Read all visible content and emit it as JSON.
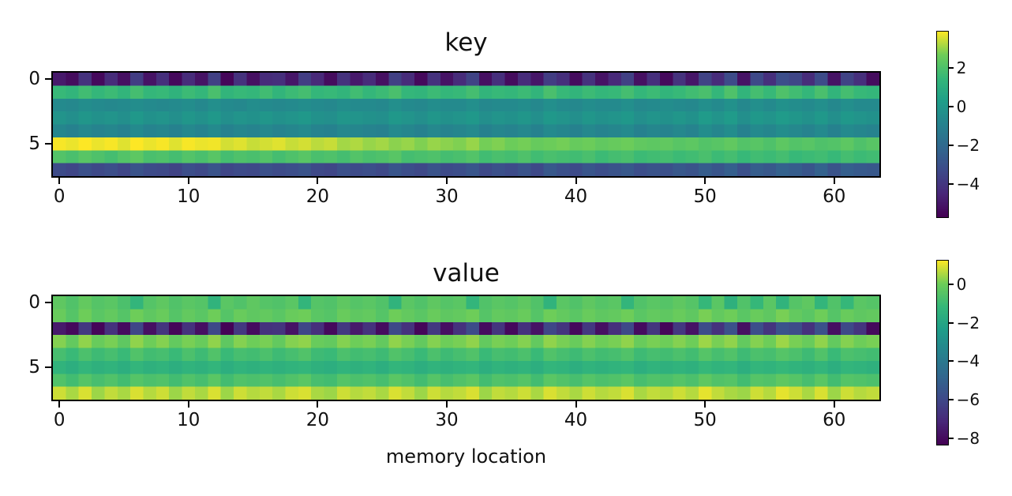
{
  "figure": {
    "background": "#ffffff",
    "colormap_endpoints": {
      "low": "#440154",
      "high": "#fde725"
    }
  },
  "chart_data": [
    {
      "type": "heatmap",
      "title": "key",
      "xlabel": "",
      "ylabel": "",
      "colormap": "viridis",
      "rows": 8,
      "cols": 64,
      "x_ticks": [
        0,
        10,
        20,
        30,
        40,
        50,
        60
      ],
      "y_ticks": [
        0,
        5
      ],
      "vmin": -5.75,
      "vmax": 3.85,
      "colorbar_ticks": [
        2,
        0,
        -2,
        -4
      ],
      "matrix": [
        [
          -5.0,
          -5.4,
          -4.2,
          -5.5,
          -4.4,
          -5.3,
          -3.8,
          -5.2,
          -4.3,
          -5.5,
          -4.4,
          -5.2,
          -3.7,
          -5.6,
          -4.2,
          -5.3,
          -4.4,
          -4.3,
          -5.1,
          -3.8,
          -4.5,
          -5.4,
          -4.2,
          -5.0,
          -4.4,
          -5.3,
          -3.7,
          -4.4,
          -5.5,
          -4.2,
          -5.2,
          -4.4,
          -3.6,
          -5.3,
          -4.3,
          -5.4,
          -4.4,
          -5.1,
          -3.8,
          -4.3,
          -5.4,
          -4.2,
          -5.2,
          -4.5,
          -3.7,
          -5.3,
          -4.3,
          -5.5,
          -4.2,
          -5.1,
          -3.6,
          -4.4,
          -3.3,
          -5.2,
          -3.4,
          -4.3,
          -3.2,
          -3.5,
          -4.4,
          -3.3,
          -5.2,
          -3.6,
          -4.3,
          -5.4
        ],
        [
          1.5,
          1.3,
          1.7,
          1.4,
          1.6,
          1.3,
          1.8,
          1.4,
          1.5,
          1.2,
          1.6,
          1.4,
          1.9,
          1.3,
          1.5,
          1.4,
          1.7,
          1.3,
          1.6,
          1.8,
          1.4,
          1.5,
          1.3,
          1.7,
          1.4,
          1.6,
          1.9,
          1.4,
          1.3,
          1.6,
          1.4,
          1.5,
          1.8,
          1.3,
          1.5,
          1.4,
          1.6,
          1.3,
          1.9,
          1.5,
          1.3,
          1.6,
          1.4,
          1.5,
          1.8,
          1.4,
          1.6,
          1.3,
          1.5,
          1.7,
          1.9,
          1.4,
          2.0,
          1.3,
          1.8,
          1.5,
          2.0,
          1.7,
          1.4,
          1.9,
          1.3,
          1.8,
          1.5,
          1.4
        ],
        [
          -0.6,
          -0.7,
          -0.5,
          -0.6,
          -0.7,
          -0.6,
          -0.5,
          -0.6,
          -0.7,
          -0.6,
          -0.5,
          -0.7,
          -0.4,
          -0.6,
          -0.7,
          -0.5,
          -0.6,
          -0.7,
          -0.6,
          -0.5,
          -0.6,
          -0.7,
          -0.5,
          -0.6,
          -0.6,
          -0.7,
          -0.4,
          -0.6,
          -0.7,
          -0.5,
          -0.6,
          -0.6,
          -0.4,
          -0.7,
          -0.6,
          -0.6,
          -0.5,
          -0.7,
          -0.4,
          -0.6,
          -0.7,
          -0.5,
          -0.6,
          -0.6,
          -0.4,
          -0.7,
          -0.6,
          -0.5,
          -0.6,
          -0.7,
          -0.4,
          -0.6,
          -0.3,
          -0.7,
          -0.4,
          -0.6,
          -0.3,
          -0.5,
          -0.6,
          -0.4,
          -0.7,
          -0.4,
          -0.6,
          -0.6
        ],
        [
          -0.2,
          -0.4,
          -0.1,
          -0.3,
          -0.2,
          -0.4,
          0.0,
          -0.3,
          -0.2,
          -0.4,
          -0.1,
          -0.3,
          0.0,
          -0.4,
          -0.2,
          -0.3,
          -0.1,
          -0.3,
          -0.2,
          0.0,
          -0.3,
          -0.4,
          -0.1,
          -0.2,
          -0.3,
          -0.4,
          0.0,
          -0.2,
          -0.4,
          -0.1,
          -0.3,
          -0.2,
          0.0,
          -0.4,
          -0.2,
          -0.3,
          -0.1,
          -0.4,
          0.0,
          -0.2,
          -0.4,
          -0.1,
          -0.3,
          -0.2,
          0.0,
          -0.4,
          -0.2,
          -0.3,
          -0.1,
          -0.3,
          0.1,
          -0.2,
          0.1,
          -0.4,
          0.0,
          -0.2,
          0.1,
          -0.1,
          -0.3,
          0.0,
          -0.4,
          0.0,
          -0.2,
          -0.3
        ],
        [
          -0.8,
          -1.0,
          -0.7,
          -0.9,
          -0.8,
          -1.0,
          -0.6,
          -0.9,
          -0.8,
          -1.0,
          -0.7,
          -0.9,
          -0.6,
          -1.0,
          -0.8,
          -0.9,
          -0.7,
          -0.9,
          -0.8,
          -0.6,
          -0.9,
          -1.0,
          -0.7,
          -0.8,
          -0.9,
          -1.0,
          -0.6,
          -0.8,
          -1.0,
          -0.7,
          -0.9,
          -0.8,
          -0.6,
          -1.0,
          -0.8,
          -0.9,
          -0.7,
          -1.0,
          -0.6,
          -0.8,
          -1.0,
          -0.7,
          -0.9,
          -0.8,
          -0.6,
          -1.0,
          -0.8,
          -0.9,
          -0.7,
          -0.9,
          -0.5,
          -0.8,
          -0.5,
          -1.0,
          -0.6,
          -0.8,
          -0.5,
          -0.7,
          -0.9,
          -0.6,
          -1.0,
          -0.6,
          -0.8,
          -0.9
        ],
        [
          3.8,
          3.7,
          3.85,
          3.7,
          3.8,
          3.6,
          3.85,
          3.7,
          3.8,
          3.6,
          3.8,
          3.7,
          3.75,
          3.5,
          3.6,
          3.4,
          3.5,
          3.6,
          3.4,
          3.5,
          3.3,
          3.4,
          3.1,
          3.2,
          3.0,
          3.1,
          2.9,
          3.0,
          2.8,
          3.0,
          2.9,
          2.8,
          3.0,
          2.7,
          2.8,
          2.6,
          2.7,
          2.5,
          2.6,
          2.7,
          2.5,
          2.6,
          2.4,
          2.5,
          2.6,
          2.4,
          2.3,
          2.4,
          2.2,
          2.3,
          2.1,
          2.2,
          2.4,
          2.1,
          2.2,
          2.0,
          2.3,
          2.1,
          2.2,
          2.0,
          2.1,
          2.3,
          2.0,
          2.2
        ],
        [
          2.1,
          1.9,
          2.2,
          2.0,
          1.8,
          2.1,
          2.3,
          1.9,
          2.0,
          1.8,
          2.1,
          1.9,
          2.2,
          1.8,
          2.0,
          1.9,
          2.1,
          1.8,
          2.0,
          2.2,
          1.9,
          2.0,
          1.8,
          2.1,
          1.9,
          2.0,
          2.2,
          1.8,
          1.9,
          2.0,
          1.8,
          1.9,
          2.1,
          1.7,
          1.9,
          1.8,
          2.0,
          1.7,
          1.9,
          1.8,
          1.7,
          1.9,
          1.6,
          1.8,
          1.9,
          1.6,
          1.7,
          1.8,
          1.6,
          1.7,
          1.9,
          1.6,
          1.8,
          1.5,
          1.7,
          1.6,
          1.8,
          1.5,
          1.6,
          1.7,
          1.5,
          1.8,
          1.6,
          1.7
        ],
        [
          -3.3,
          -3.5,
          -3.1,
          -3.4,
          -3.2,
          -3.5,
          -3.0,
          -3.3,
          -3.4,
          -3.6,
          -3.2,
          -3.4,
          -3.0,
          -3.5,
          -3.3,
          -3.4,
          -3.1,
          -3.3,
          -3.2,
          -3.0,
          -3.4,
          -3.5,
          -3.1,
          -3.3,
          -3.2,
          -3.4,
          -2.9,
          -3.2,
          -3.4,
          -3.0,
          -3.3,
          -3.2,
          -2.9,
          -3.4,
          -3.1,
          -3.3,
          -3.0,
          -3.4,
          -2.8,
          -3.1,
          -3.3,
          -2.9,
          -3.2,
          -3.0,
          -2.8,
          -3.2,
          -3.0,
          -3.1,
          -2.8,
          -3.0,
          -2.6,
          -2.9,
          -2.5,
          -3.1,
          -2.6,
          -2.8,
          -2.4,
          -2.6,
          -2.9,
          -2.4,
          -3.0,
          -2.5,
          -2.7,
          -2.8
        ]
      ]
    },
    {
      "type": "heatmap",
      "title": "value",
      "xlabel": "memory location",
      "ylabel": "",
      "colormap": "viridis",
      "rows": 8,
      "cols": 64,
      "x_ticks": [
        0,
        10,
        20,
        30,
        40,
        50,
        60
      ],
      "y_ticks": [
        0,
        5
      ],
      "vmin": -8.35,
      "vmax": 1.2,
      "colorbar_ticks": [
        0,
        -2,
        -4,
        -6,
        -8
      ],
      "matrix": [
        [
          -0.3,
          -0.6,
          -0.2,
          -0.5,
          -0.4,
          -0.7,
          -1.3,
          -0.5,
          -0.3,
          -0.6,
          -0.4,
          -0.5,
          -1.4,
          -0.4,
          -0.6,
          -0.3,
          -0.5,
          -0.6,
          -0.4,
          -1.3,
          -0.5,
          -0.6,
          -0.3,
          -0.5,
          -0.4,
          -0.6,
          -1.4,
          -0.4,
          -0.6,
          -0.3,
          -0.5,
          -0.4,
          -1.3,
          -0.6,
          -0.4,
          -0.5,
          -0.3,
          -0.6,
          -1.4,
          -0.4,
          -0.6,
          -0.3,
          -0.5,
          -0.4,
          -1.3,
          -0.6,
          -0.4,
          -0.5,
          -0.3,
          -0.5,
          -1.2,
          -0.4,
          -1.5,
          -0.6,
          -1.2,
          -0.4,
          -1.4,
          -0.5,
          -0.3,
          -1.3,
          -0.6,
          -1.2,
          -0.4,
          -0.5
        ],
        [
          -0.1,
          -0.5,
          0.0,
          -0.4,
          -0.2,
          -0.5,
          0.0,
          -0.3,
          -0.1,
          -0.5,
          -0.2,
          -0.4,
          0.0,
          -0.5,
          -0.1,
          -0.3,
          -0.2,
          -0.4,
          -0.1,
          0.0,
          -0.4,
          -0.5,
          -0.1,
          -0.3,
          -0.2,
          -0.5,
          0.0,
          -0.2,
          -0.4,
          -0.1,
          -0.3,
          -0.2,
          0.0,
          -0.5,
          -0.2,
          -0.3,
          -0.1,
          -0.5,
          0.0,
          -0.2,
          -0.4,
          -0.1,
          -0.3,
          -0.2,
          0.0,
          -0.4,
          -0.2,
          -0.3,
          -0.1,
          -0.3,
          0.1,
          -0.2,
          0.0,
          -0.4,
          -0.1,
          -0.3,
          0.1,
          -0.2,
          -0.4,
          0.0,
          -0.5,
          -0.1,
          -0.3,
          -0.2
        ],
        [
          -7.6,
          -8.1,
          -6.6,
          -8.2,
          -6.8,
          -8.0,
          -6.1,
          -7.9,
          -6.7,
          -8.2,
          -6.8,
          -7.9,
          -6.0,
          -8.3,
          -6.6,
          -8.0,
          -6.8,
          -6.7,
          -7.8,
          -6.1,
          -6.9,
          -8.1,
          -6.6,
          -7.6,
          -6.8,
          -8.0,
          -6.0,
          -6.8,
          -8.2,
          -6.6,
          -7.9,
          -6.8,
          -5.9,
          -8.0,
          -6.7,
          -8.1,
          -6.8,
          -7.8,
          -6.1,
          -6.7,
          -8.1,
          -6.6,
          -7.9,
          -6.9,
          -6.0,
          -8.0,
          -6.7,
          -8.2,
          -6.6,
          -7.8,
          -5.9,
          -6.8,
          -5.7,
          -7.9,
          -5.8,
          -6.7,
          -5.6,
          -5.9,
          -6.8,
          -5.7,
          -7.9,
          -6.0,
          -6.7,
          -8.1
        ],
        [
          0.2,
          -0.2,
          0.3,
          -0.1,
          0.1,
          -0.3,
          0.3,
          0.0,
          0.2,
          -0.2,
          0.1,
          -0.1,
          0.3,
          -0.3,
          0.2,
          0.0,
          0.1,
          -0.2,
          0.2,
          0.3,
          -0.1,
          -0.2,
          0.2,
          0.0,
          0.1,
          -0.2,
          0.3,
          0.1,
          -0.2,
          0.2,
          0.0,
          0.1,
          0.3,
          -0.2,
          0.1,
          0.0,
          0.2,
          -0.2,
          0.3,
          0.1,
          -0.1,
          0.2,
          0.0,
          0.1,
          0.3,
          -0.1,
          0.1,
          0.0,
          0.2,
          0.0,
          0.4,
          0.1,
          0.3,
          -0.2,
          0.2,
          0.0,
          0.4,
          0.1,
          -0.1,
          0.3,
          -0.2,
          0.2,
          0.0,
          0.1
        ],
        [
          -0.8,
          -1.1,
          -0.7,
          -1.0,
          -0.8,
          -1.1,
          -0.6,
          -0.9,
          -0.8,
          -1.1,
          -0.7,
          -1.0,
          -0.6,
          -1.1,
          -0.8,
          -0.9,
          -0.7,
          -1.0,
          -0.8,
          -0.6,
          -1.0,
          -1.1,
          -0.7,
          -0.9,
          -0.8,
          -1.0,
          -0.6,
          -0.8,
          -1.1,
          -0.7,
          -1.0,
          -0.8,
          -0.6,
          -1.1,
          -0.8,
          -0.9,
          -0.7,
          -1.1,
          -0.6,
          -0.8,
          -1.0,
          -0.7,
          -0.9,
          -0.8,
          -0.6,
          -1.0,
          -0.8,
          -0.9,
          -0.7,
          -0.9,
          -0.5,
          -0.8,
          -0.6,
          -1.0,
          -0.7,
          -0.8,
          -0.5,
          -0.7,
          -1.0,
          -0.6,
          -1.1,
          -0.7,
          -0.8,
          -0.9
        ],
        [
          -1.4,
          -1.6,
          -1.3,
          -1.5,
          -1.4,
          -1.6,
          -1.3,
          -1.5,
          -1.4,
          -1.6,
          -1.4,
          -1.5,
          -1.3,
          -1.6,
          -1.4,
          -1.5,
          -1.4,
          -1.5,
          -1.4,
          -1.3,
          -1.5,
          -1.6,
          -1.4,
          -1.5,
          -1.4,
          -1.6,
          -1.3,
          -1.4,
          -1.6,
          -1.4,
          -1.5,
          -1.4,
          -1.3,
          -1.6,
          -1.4,
          -1.5,
          -1.4,
          -1.6,
          -1.3,
          -1.4,
          -1.6,
          -1.4,
          -1.5,
          -1.4,
          -1.3,
          -1.6,
          -1.4,
          -1.5,
          -1.4,
          -1.5,
          -1.2,
          -1.4,
          -1.3,
          -1.6,
          -1.3,
          -1.4,
          -1.2,
          -1.4,
          -1.5,
          -1.3,
          -1.6,
          -1.3,
          -1.4,
          -1.5
        ],
        [
          -0.6,
          -0.9,
          -0.5,
          -0.8,
          -0.6,
          -0.9,
          -0.5,
          -0.7,
          -0.6,
          -0.9,
          -0.6,
          -0.8,
          -0.4,
          -0.9,
          -0.6,
          -0.7,
          -0.6,
          -0.8,
          -0.6,
          -0.4,
          -0.8,
          -0.9,
          -0.5,
          -0.7,
          -0.6,
          -0.8,
          -0.4,
          -0.6,
          -0.9,
          -0.5,
          -0.8,
          -0.6,
          -0.4,
          -0.9,
          -0.6,
          -0.7,
          -0.5,
          -0.9,
          -0.4,
          -0.6,
          -0.8,
          -0.5,
          -0.7,
          -0.6,
          -0.4,
          -0.8,
          -0.6,
          -0.7,
          -0.5,
          -0.7,
          -0.3,
          -0.6,
          -0.5,
          -0.9,
          -0.5,
          -0.6,
          -0.3,
          -0.5,
          -0.8,
          -0.4,
          -0.9,
          -0.5,
          -0.6,
          -0.7
        ],
        [
          0.8,
          0.5,
          0.9,
          0.4,
          0.7,
          0.5,
          0.9,
          0.6,
          0.8,
          0.4,
          0.7,
          0.5,
          0.9,
          0.4,
          0.8,
          0.6,
          0.7,
          0.5,
          0.8,
          0.9,
          0.5,
          0.4,
          0.8,
          0.6,
          0.7,
          0.5,
          0.9,
          0.7,
          0.4,
          0.8,
          0.6,
          0.7,
          0.9,
          0.4,
          0.7,
          0.6,
          0.8,
          0.5,
          0.9,
          0.7,
          0.5,
          0.8,
          0.6,
          0.7,
          0.9,
          0.5,
          0.7,
          0.6,
          0.8,
          0.6,
          1.0,
          0.7,
          0.5,
          0.4,
          0.8,
          0.6,
          1.0,
          0.8,
          0.5,
          0.9,
          0.4,
          0.8,
          0.6,
          0.7
        ]
      ]
    }
  ]
}
